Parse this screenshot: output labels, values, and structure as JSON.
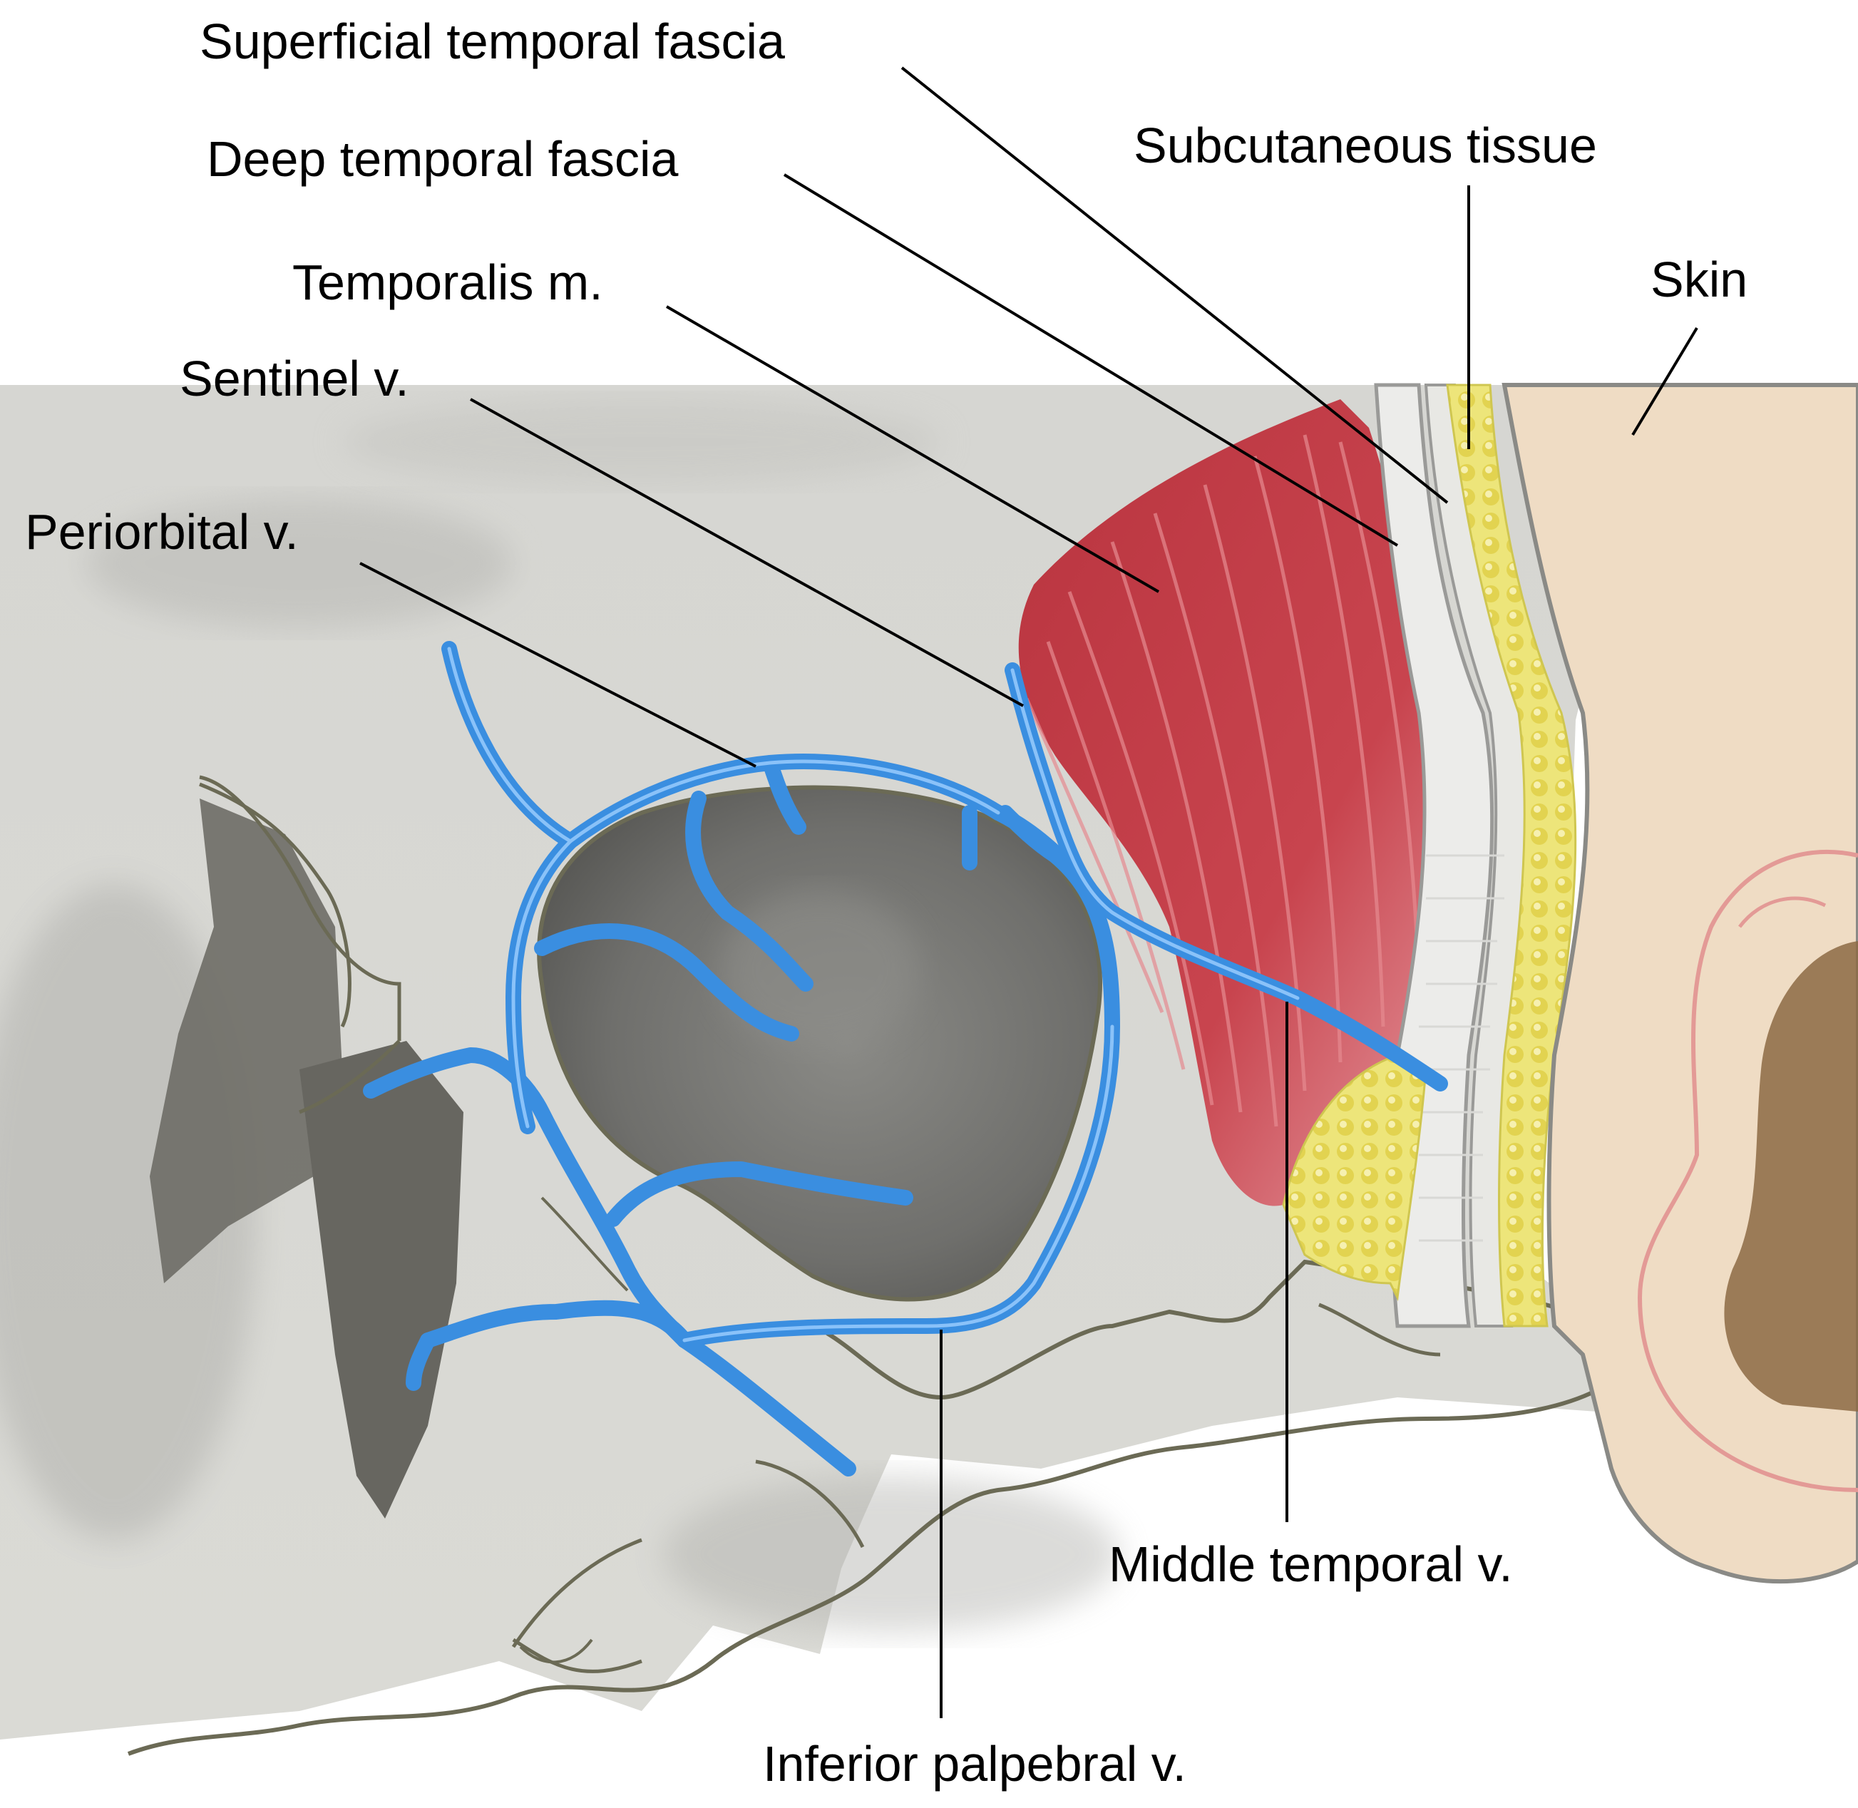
{
  "labels": {
    "superficial_temporal_fascia": "Superficial temporal fascia",
    "deep_temporal_fascia": "Deep temporal fascia",
    "temporalis_m": "Temporalis m.",
    "sentinel_v": "Sentinel v.",
    "periorbital_v": "Periorbital v.",
    "subcutaneous_tissue": "Subcutaneous tissue",
    "skin": "Skin",
    "middle_temporal_v": "Middle temporal v.",
    "inferior_palpebral_v": "Inferior palpebral v."
  },
  "colors": {
    "bone": "#dcdcd6",
    "bone_outline": "#6b6a55",
    "orbit": "#6f6f6c",
    "muscle": "#c8444e",
    "muscle_fiber": "#e58a90",
    "fascia": "#e8e8e4",
    "fascia_line": "#9a9a98",
    "fat": "#e9e06a",
    "skin": "#efdcc4",
    "ear_outline": "#e39a96",
    "vein": "#3a8ee0",
    "vein_highlight": "#9fd0ff",
    "leader": "#000000"
  }
}
